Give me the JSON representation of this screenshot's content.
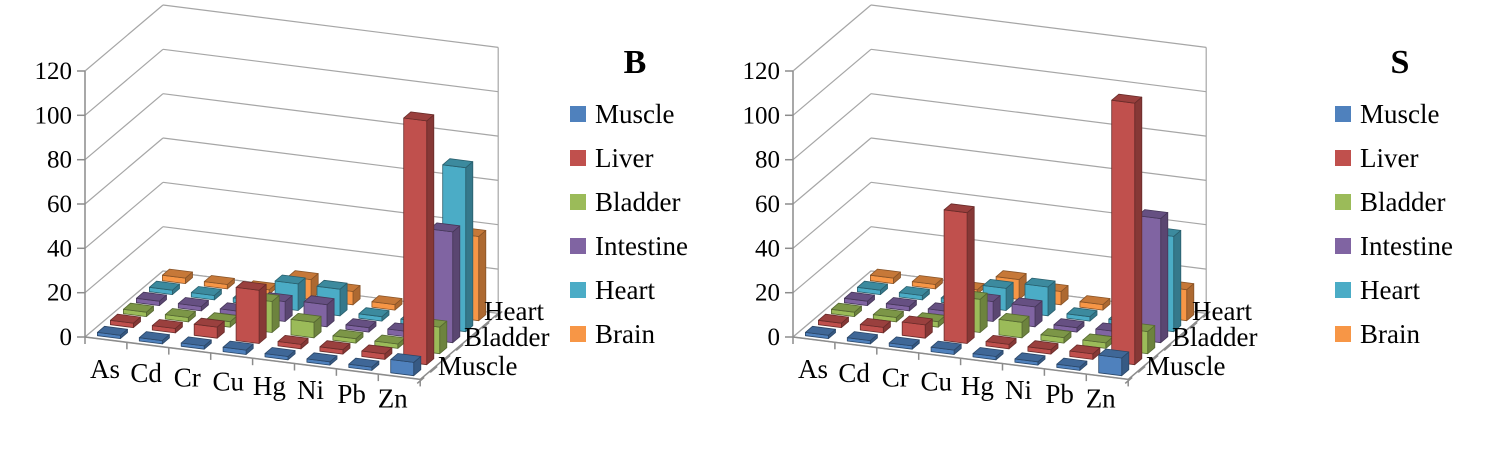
{
  "figure_type": "dual-3d-bar-chart",
  "chart_data": [
    {
      "type": "bar",
      "subtype": "3d-column",
      "title": "B",
      "categories": [
        "As",
        "Cd",
        "Cr",
        "Cu",
        "Hg",
        "Ni",
        "Pb",
        "Zn"
      ],
      "xlabel": "",
      "ylabel": "",
      "ylim": [
        0,
        120
      ],
      "ystep": 20,
      "y_tick_labels": [
        "0",
        "20",
        "40",
        "60",
        "80",
        "100",
        "120"
      ],
      "grid": true,
      "legend_position": "right",
      "depth_axis_visible_labels": [
        "Muscle",
        "Bladder",
        "Heart"
      ],
      "series": [
        {
          "name": "Muscle",
          "color": "#4F81BD",
          "values": [
            1.5,
            1.5,
            1.5,
            2,
            1.5,
            1.5,
            1.5,
            6
          ]
        },
        {
          "name": "Liver",
          "color": "#C0504D",
          "values": [
            2,
            2,
            5,
            24,
            2,
            2,
            2.5,
            110
          ]
        },
        {
          "name": "Bladder",
          "color": "#9BBB59",
          "values": [
            2,
            2,
            2.5,
            14,
            7,
            2,
            2,
            12
          ]
        },
        {
          "name": "Intestine",
          "color": "#8064A2",
          "values": [
            2,
            2,
            2,
            9,
            10,
            2,
            2.5,
            50
          ]
        },
        {
          "name": "Heart",
          "color": "#4BACC6",
          "values": [
            2,
            2,
            2,
            12,
            12,
            2,
            2,
            74
          ]
        },
        {
          "name": "Brain",
          "color": "#F79646",
          "values": [
            2.5,
            2,
            2,
            9,
            6,
            2.5,
            2,
            38
          ]
        }
      ]
    },
    {
      "type": "bar",
      "subtype": "3d-column",
      "title": "S",
      "categories": [
        "As",
        "Cd",
        "Cr",
        "Cu",
        "Hg",
        "Ni",
        "Pb",
        "Zn"
      ],
      "xlabel": "",
      "ylabel": "",
      "ylim": [
        0,
        120
      ],
      "ystep": 20,
      "y_tick_labels": [
        "0",
        "20",
        "40",
        "60",
        "80",
        "100",
        "120"
      ],
      "grid": true,
      "legend_position": "right",
      "depth_axis_visible_labels": [
        "Muscle",
        "Bladder",
        "Heart"
      ],
      "series": [
        {
          "name": "Muscle",
          "color": "#4F81BD",
          "values": [
            1.5,
            1.5,
            1.5,
            2,
            1.5,
            1.5,
            1.5,
            8
          ]
        },
        {
          "name": "Liver",
          "color": "#C0504D",
          "values": [
            2,
            2.5,
            6,
            59,
            2,
            2,
            2.5,
            118
          ]
        },
        {
          "name": "Bladder",
          "color": "#9BBB59",
          "values": [
            2,
            2,
            2.5,
            15,
            7,
            2.5,
            2.5,
            10
          ]
        },
        {
          "name": "Intestine",
          "color": "#8064A2",
          "values": [
            2,
            2,
            2,
            9,
            9,
            2,
            2.5,
            56
          ]
        },
        {
          "name": "Heart",
          "color": "#4BACC6",
          "values": [
            2,
            2,
            2,
            10,
            13,
            2,
            2,
            43
          ]
        },
        {
          "name": "Brain",
          "color": "#F79646",
          "values": [
            2.5,
            2,
            2,
            9,
            6,
            2.5,
            2,
            14
          ]
        }
      ]
    }
  ],
  "colors": {
    "background": "#FFFFFF",
    "gridline": "#A6A6A6",
    "axis": "#8C8C8C",
    "text": "#000000"
  }
}
